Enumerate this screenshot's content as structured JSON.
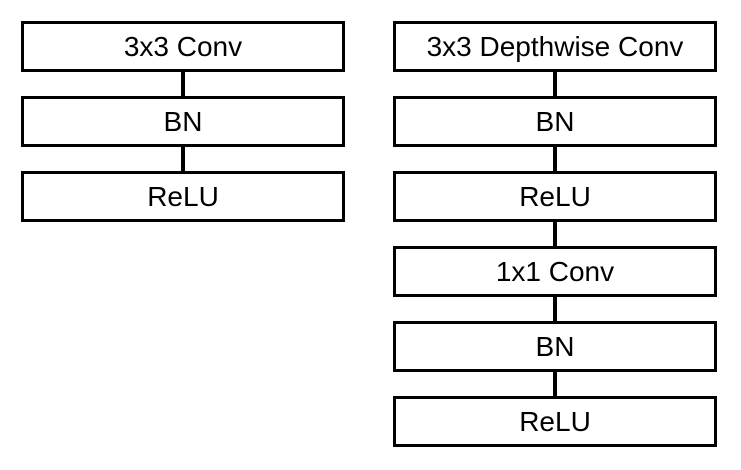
{
  "left_stack": {
    "blocks": [
      "3x3 Conv",
      "BN",
      "ReLU"
    ]
  },
  "right_stack": {
    "blocks": [
      "3x3 Depthwise Conv",
      "BN",
      "ReLU",
      "1x1 Conv",
      "BN",
      "ReLU"
    ]
  }
}
